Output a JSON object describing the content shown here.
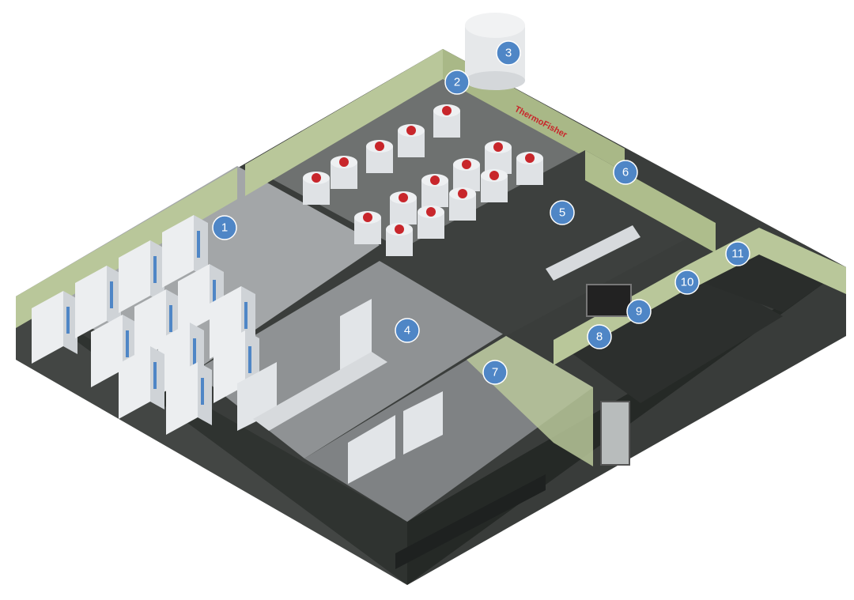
{
  "brand_label": "ThermoFisher",
  "room_labels": [
    "1",
    "2",
    "3",
    "4",
    "5",
    "6",
    "7",
    "8",
    "9",
    "10",
    "11"
  ],
  "colors": {
    "wall": "#b9c79a",
    "wall_dark": "#a3b381",
    "floor_dark": "#3b3f3b",
    "floor_light": "#9a9c9e",
    "glass": "#2b2e2c",
    "equipment": "#e4e7ea",
    "accent_blue": "#4f86c6",
    "tank_lid_red": "#c8262b"
  },
  "icons": [
    "storage-tank-icon",
    "freezer-icon",
    "bioreactor-icon",
    "biosafety-cabinet-icon",
    "workbench-icon",
    "door-icon",
    "chair-icon"
  ]
}
